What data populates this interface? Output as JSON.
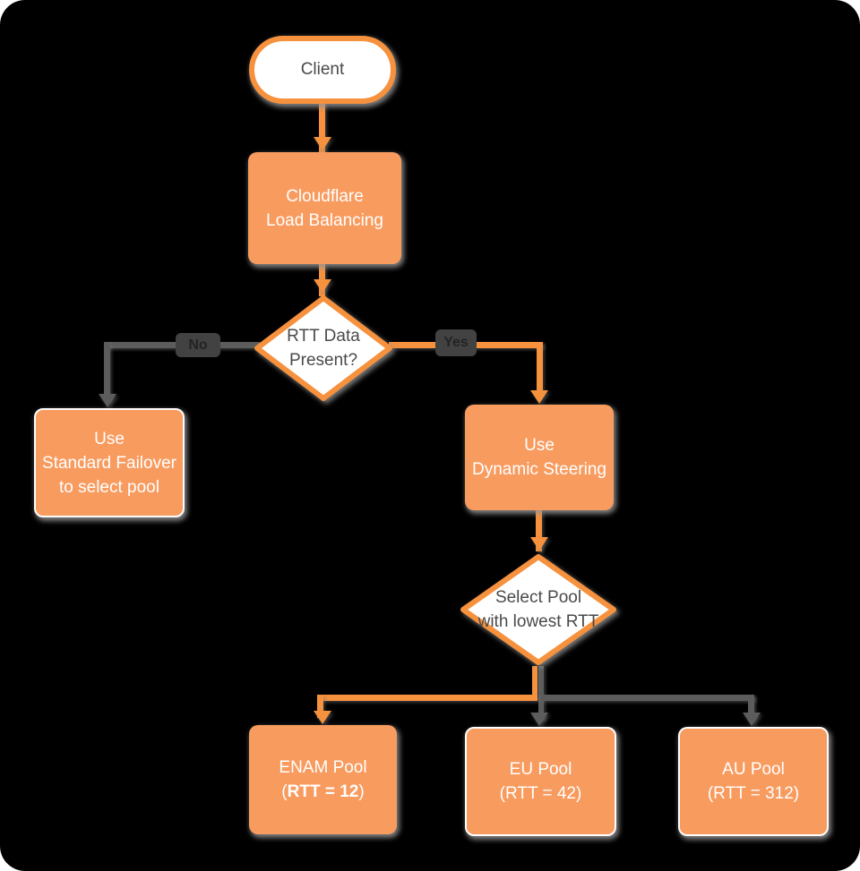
{
  "palette": {
    "background": "#000000",
    "shape_orange_fill": "#F89B5F",
    "stroke_orange": "#F6913E",
    "connector_gray": "#5C5C5C",
    "dark_text": "#4A4A4A",
    "white_text": "#FFFFFF",
    "alt_box_border": "#FDFDFD",
    "edge_badge_bg": "#424242",
    "edge_badge_text": "#232323"
  },
  "nodes": {
    "client": {
      "label": "Client"
    },
    "load_balancing": {
      "lines": [
        "Cloudflare",
        "Load Balancing"
      ]
    },
    "rtt_decision": {
      "lines": [
        "RTT Data",
        "Present?"
      ]
    },
    "standard_failover": {
      "lines": [
        "Use",
        "Standard Failover",
        "to select pool"
      ]
    },
    "dynamic_steering": {
      "lines": [
        "Use",
        "Dynamic Steering"
      ]
    },
    "select_pool": {
      "lines": [
        "Select Pool",
        "with lowest RTT"
      ]
    },
    "enam_pool": {
      "title": "ENAM Pool",
      "rtt_open": "(",
      "rtt_value": "RTT = 12",
      "rtt_close": ")"
    },
    "eu_pool": {
      "lines": [
        "EU Pool",
        "(RTT = 42)"
      ]
    },
    "au_pool": {
      "lines": [
        "AU Pool",
        "(RTT = 312)"
      ]
    }
  },
  "edge_labels": {
    "no": "No",
    "yes": "Yes"
  }
}
